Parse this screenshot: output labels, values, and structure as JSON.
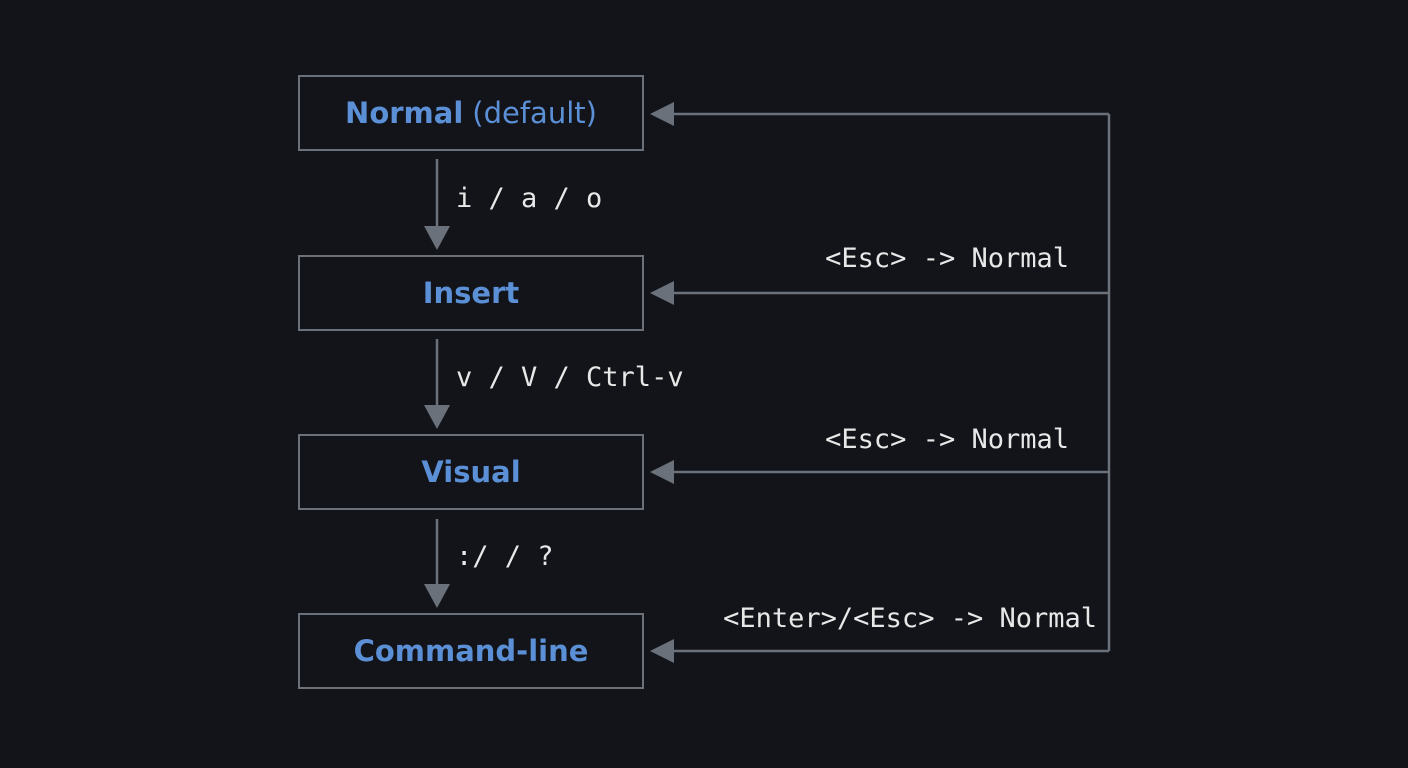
{
  "colors": {
    "background": "#121419",
    "node_border": "#6b717a",
    "node_text": "#5b8fd6",
    "arrow": "#6b717a",
    "label_text": "#e8e8e8"
  },
  "nodes": [
    {
      "name": "Normal",
      "suffix": "(default)"
    },
    {
      "name": "Insert",
      "suffix": ""
    },
    {
      "name": "Visual",
      "suffix": ""
    },
    {
      "name": "Command-line",
      "suffix": ""
    }
  ],
  "forward_transitions": [
    {
      "label": "i / a / o"
    },
    {
      "label": "v / V / Ctrl-v"
    },
    {
      "label": ":/ / ?"
    }
  ],
  "return_transitions": [
    {
      "label": "<Esc> -> Normal"
    },
    {
      "label": "<Esc> -> Normal"
    },
    {
      "label": "<Enter>/<Esc> -> Normal"
    }
  ]
}
